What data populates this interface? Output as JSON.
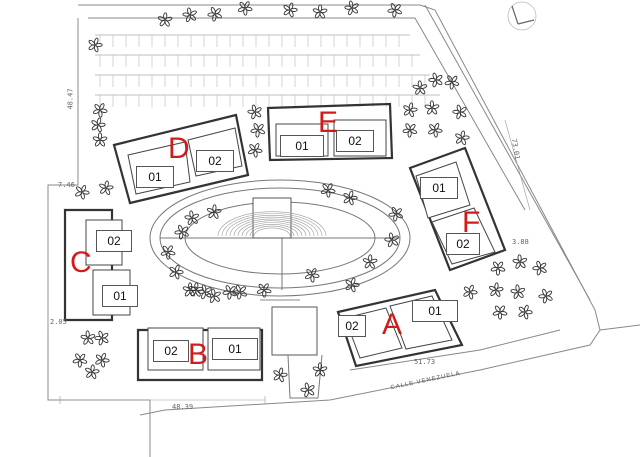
{
  "blocks": [
    {
      "letter": "A",
      "units": [
        "02",
        "01"
      ]
    },
    {
      "letter": "B",
      "units": [
        "02",
        "01"
      ]
    },
    {
      "letter": "C",
      "units": [
        "02",
        "01"
      ]
    },
    {
      "letter": "D",
      "units": [
        "01",
        "02"
      ]
    },
    {
      "letter": "E",
      "units": [
        "01",
        "02"
      ]
    },
    {
      "letter": "F",
      "units": [
        "01",
        "02"
      ]
    }
  ],
  "dimensions": [
    "48.47",
    "73.01",
    "7.46",
    "3.88",
    "2.05",
    "51.73",
    "48.39"
  ],
  "street_name": "CALLE VENEZUELA",
  "colors": {
    "block_letters": "#d21c1c",
    "linework": "#555555"
  },
  "symbols": {
    "north_arrow": "north-arrow-icon",
    "vegetation": "tree-icon"
  }
}
